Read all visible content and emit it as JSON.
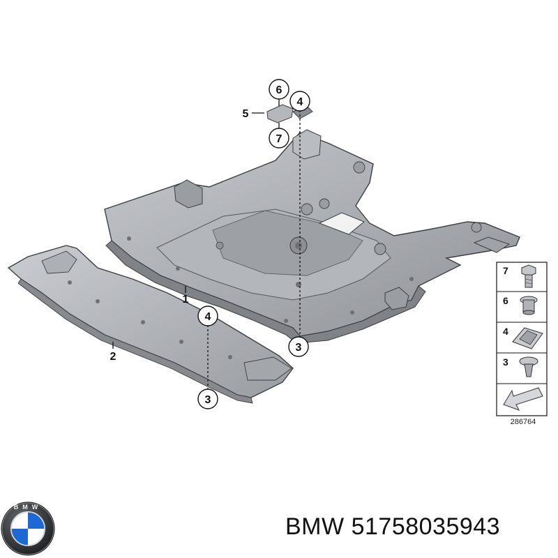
{
  "diagram": {
    "callouts": {
      "part1": "1",
      "part2": "2",
      "part3_a": "3",
      "part3_b": "3",
      "part4_a": "4",
      "part4_b": "4",
      "part5": "5",
      "part6": "6",
      "part7": "7"
    },
    "legend": {
      "rows": [
        "7",
        "6",
        "4",
        "3"
      ]
    },
    "diagram_code": "286764"
  },
  "logo": {
    "brand_letters": "BMW",
    "colors": {
      "blue": "#1c69d4",
      "black": "#111111",
      "white": "#ffffff",
      "silver": "#c9ccd0"
    }
  },
  "caption": {
    "brand": "BMW",
    "part_number": "51758035943"
  },
  "colors": {
    "panel_fill": "#a9acb1",
    "panel_dark": "#8b8e93",
    "panel_light": "#c7cacf",
    "line": "#3b3d40"
  }
}
